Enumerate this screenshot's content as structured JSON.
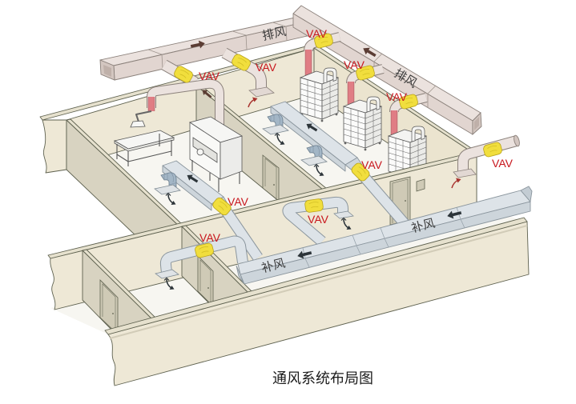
{
  "title": "通风系统布局图",
  "exhaust_system": {
    "duct_labels": [
      "排风",
      "排风"
    ],
    "vav_units": [
      "VAV",
      "VAV",
      "VAV",
      "VAV",
      "VAV",
      "VAV"
    ]
  },
  "supply_system": {
    "duct_labels": [
      "补风",
      "补风"
    ],
    "vav_units": [
      "VAV",
      "VAV",
      "VAV",
      "VAV"
    ]
  },
  "colors": {
    "vav_label": "#c8161d",
    "vav_box": "#f1de3d",
    "exhaust_duct": "#ebe2de",
    "exhaust_riser": "#e07d84",
    "supply_duct": "#dde3e8",
    "supply_diffuser": "#a3b6c6",
    "wall": "#eee8d6",
    "title_text": "#1c1c1c"
  }
}
